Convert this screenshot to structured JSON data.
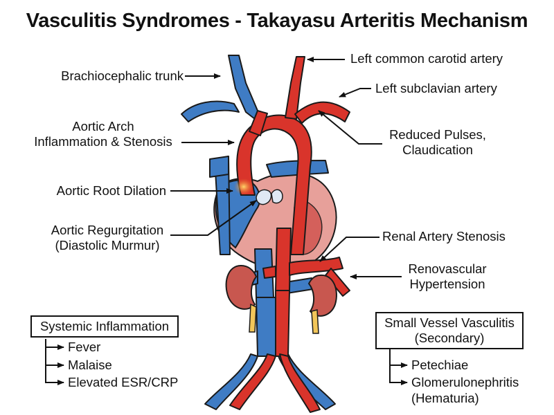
{
  "title": "Vasculitis Syndromes - Takayasu Arteritis Mechanism",
  "labels": {
    "brachiocephalic": "Brachiocephalic trunk",
    "left_carotid": "Left common carotid artery",
    "left_subclavian": "Left subclavian artery",
    "arch_line1": "Aortic Arch",
    "arch_line2": "Inflammation & Stenosis",
    "pulses_line1": "Reduced Pulses,",
    "pulses_line2": "Claudication",
    "root_dilation": "Aortic Root Dilation",
    "regurg_line1": "Aortic Regurgitation",
    "regurg_line2": "(Diastolic Murmur)",
    "renal_stenosis": "Renal Artery Stenosis",
    "renovascular_line1": "Renovascular",
    "renovascular_line2": "Hypertension"
  },
  "systemic": {
    "heading": "Systemic Inflammation",
    "items": [
      "Fever",
      "Malaise",
      "Elevated ESR/CRP"
    ]
  },
  "small_vessel": {
    "heading_line1": "Small Vessel Vasculitis",
    "heading_line2": "(Secondary)",
    "items": [
      "Petechiae",
      "Glomerulonephritis",
      "(Hematuria)"
    ]
  },
  "colors": {
    "artery": "#d9342b",
    "artery_dark": "#a3201b",
    "vein": "#3f7cc4",
    "heart": "#e79a92",
    "kidney": "#c8574f",
    "ureter": "#f2c65a",
    "inflammation": "#f4b23a"
  }
}
